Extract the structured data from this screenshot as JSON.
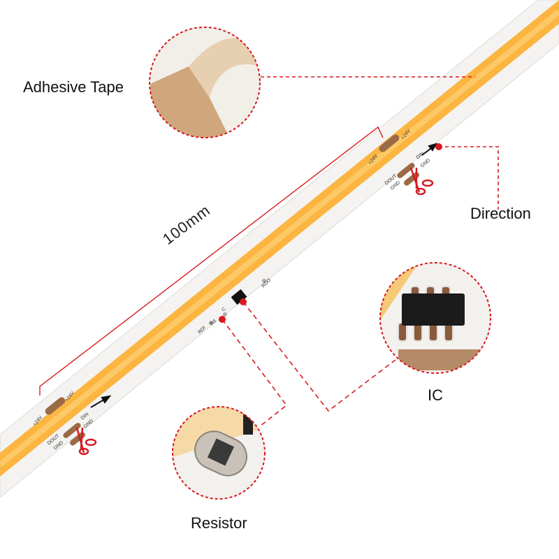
{
  "labels": {
    "adhesive_tape": "Adhesive Tape",
    "direction": "Direction",
    "length": "100mm",
    "ic": "IC",
    "resistor": "Resistor"
  },
  "strip_markings": {
    "plus24v": "+24V",
    "din": "DIN",
    "gnd": "GND",
    "dout": "DOUT",
    "rdi": "RDI",
    "rd": "Rd",
    "c": "C",
    "rdo": "RDO"
  },
  "colors": {
    "annotation": "#d71920",
    "led_band": "#fbb540",
    "pcb": "#f4f3f1",
    "pad": "#9a6b46"
  }
}
